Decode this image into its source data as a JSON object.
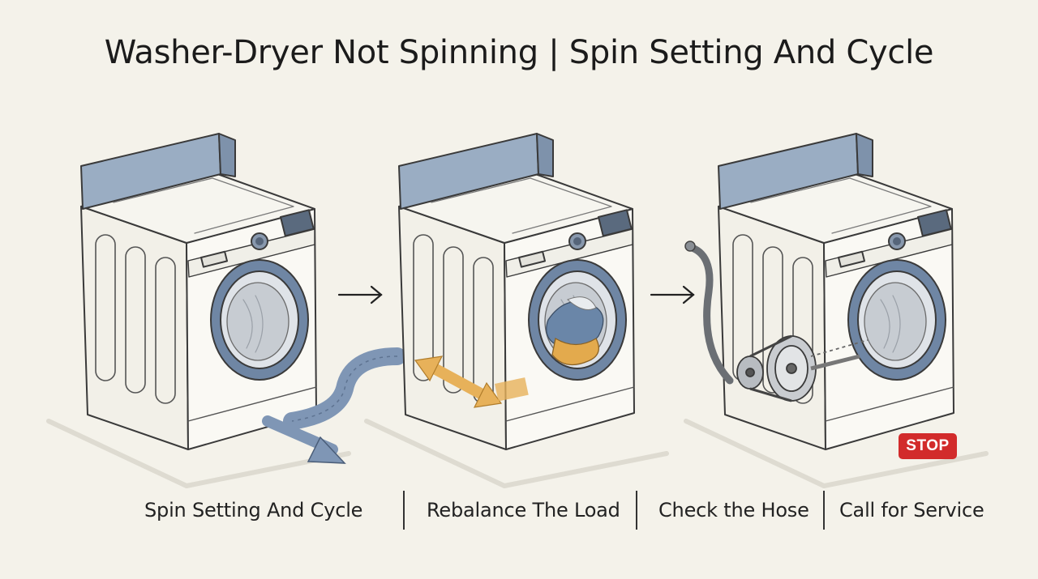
{
  "title": "Washer-Dryer Not Spinning | Spin Setting And Cycle",
  "steps": [
    {
      "label": "Spin Setting And Cycle"
    },
    {
      "label": "Rebalance The Load"
    },
    {
      "label": "Check the Hose"
    },
    {
      "label": "Call for Service"
    }
  ],
  "badge": {
    "text": "STOP",
    "color": "#d22b2b"
  },
  "colors": {
    "background": "#f4f2ea",
    "machine_body": "#f7f6f1",
    "outline": "#3a3a3a",
    "panel_blue": "#9aadc3",
    "door_ring": "#6f86a4",
    "drain_hose": "#7f96b5",
    "balance_arrow": "#e7b15a",
    "laundry_orange": "#e3aa4d",
    "laundry_blue": "#6a86a8"
  },
  "icons": [
    "right-arrow-icon",
    "drain-hose-icon",
    "double-arrow-icon",
    "laundry-icon",
    "belt-pulley-icon",
    "hose-icon"
  ]
}
